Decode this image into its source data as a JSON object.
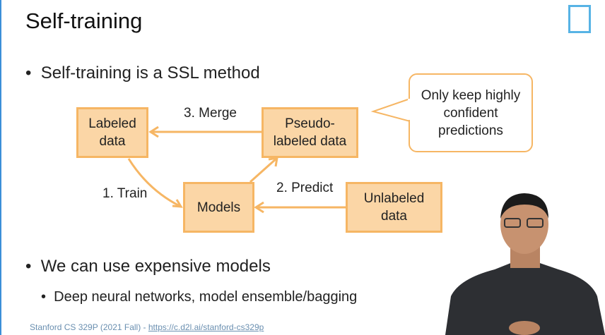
{
  "slide": {
    "title": "Self-training",
    "bullets": [
      "Self-training is a SSL method",
      "We can use expensive models"
    ],
    "sub_bullets": [
      "Deep neural networks, model ensemble/bagging"
    ],
    "diagram": {
      "labeled": "Labeled data",
      "pseudo_1": "Pseudo-",
      "pseudo_2": "labeled data",
      "models": "Models",
      "unlabeled": "Unlabeled data",
      "step1": "1. Train",
      "step2": "2. Predict",
      "step3": "3. Merge",
      "callout": "Only keep highly confident predictions"
    },
    "footer_text": "Stanford CS 329P (2021 Fall) - ",
    "footer_link": "https://c.d2l.ai/stanford-cs329p"
  },
  "colors": {
    "box_fill": "#fbd6a6",
    "box_border": "#f6b664",
    "accent": "#3b8fd8"
  }
}
